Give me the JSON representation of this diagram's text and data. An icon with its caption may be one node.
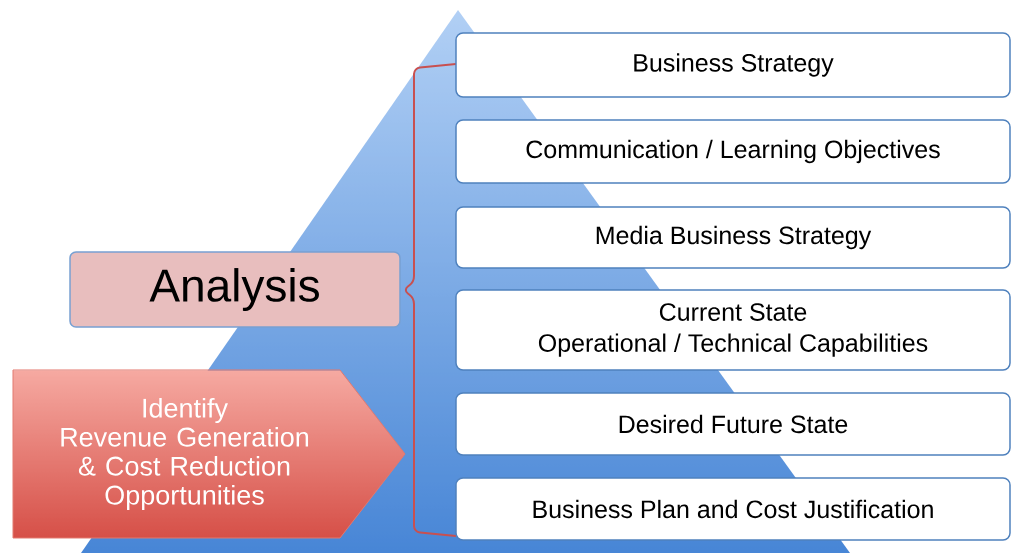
{
  "diagram": {
    "nodes": [
      {
        "text": [
          "Analysis"
        ]
      },
      {
        "text": [
          "Identify",
          "Revenue Generation & Cost Reduction Opportunities"
        ]
      },
      {
        "text": [
          "Business Strategy"
        ]
      },
      {
        "text": [
          "Communication / Learning Objectives"
        ]
      },
      {
        "text": [
          "Media Business Strategy"
        ]
      },
      {
        "text": [
          "Current State",
          "Operational / Technical Capabilities"
        ]
      },
      {
        "text": [
          "Desired Future State"
        ]
      },
      {
        "text": [
          "Business Plan and Cost Justification"
        ]
      }
    ]
  }
}
